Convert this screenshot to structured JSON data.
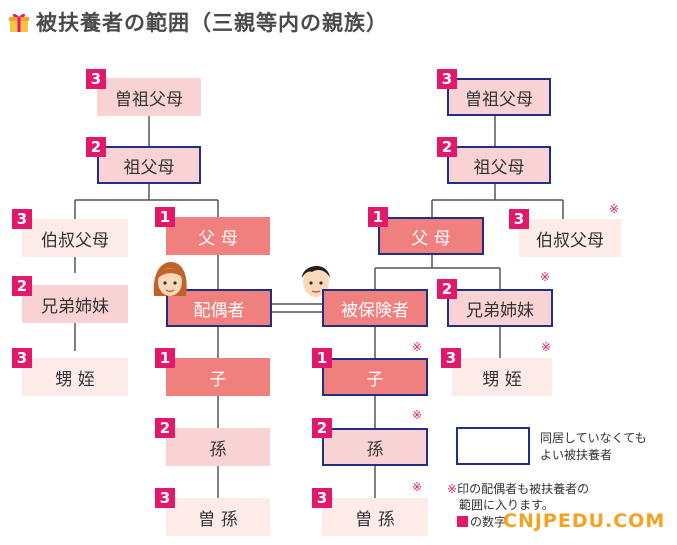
{
  "title": "被扶養者の範囲（三親等内の親族）",
  "colors": {
    "dark": "#f0807d",
    "light": "#f9d3d3",
    "outline": "#1f2f86",
    "accent": "#e2186a"
  },
  "left": {
    "great_grandparents": {
      "label": "曽祖父母",
      "degree": "3"
    },
    "grandparents": {
      "label": "祖父母",
      "degree": "2"
    },
    "uncles_aunts": {
      "label": "伯叔父母",
      "degree": "3"
    },
    "parents": {
      "label": "父 母",
      "degree": "1"
    },
    "siblings": {
      "label": "兄弟姉妹",
      "degree": "2"
    },
    "spouse": {
      "label": "配偶者"
    },
    "nephews_nieces": {
      "label": "甥 姪",
      "degree": "3"
    },
    "children": {
      "label": "子",
      "degree": "1"
    },
    "grandchildren": {
      "label": "孫",
      "degree": "2"
    },
    "great_grandchildren": {
      "label": "曽 孫",
      "degree": "3"
    }
  },
  "right": {
    "great_grandparents": {
      "label": "曽祖父母",
      "degree": "3"
    },
    "grandparents": {
      "label": "祖父母",
      "degree": "2"
    },
    "parents": {
      "label": "父 母",
      "degree": "1"
    },
    "uncles_aunts": {
      "label": "伯叔父母",
      "degree": "3"
    },
    "insured": {
      "label": "被保険者"
    },
    "siblings": {
      "label": "兄弟姉妹",
      "degree": "2"
    },
    "children": {
      "label": "子",
      "degree": "1"
    },
    "nephews_nieces": {
      "label": "甥 姪",
      "degree": "3"
    },
    "grandchildren": {
      "label": "孫",
      "degree": "2"
    },
    "great_grandchildren": {
      "label": "曽 孫",
      "degree": "3"
    }
  },
  "asterisk": "※",
  "legend": {
    "line1": "同居していなくても",
    "line2": "よい被扶養者"
  },
  "notes": {
    "mark": "※",
    "line1": "印の配偶者も被扶養者の",
    "line2": "範囲に入ります。",
    "line3": "の数字"
  },
  "watermark": "CNJPEDU.COM"
}
